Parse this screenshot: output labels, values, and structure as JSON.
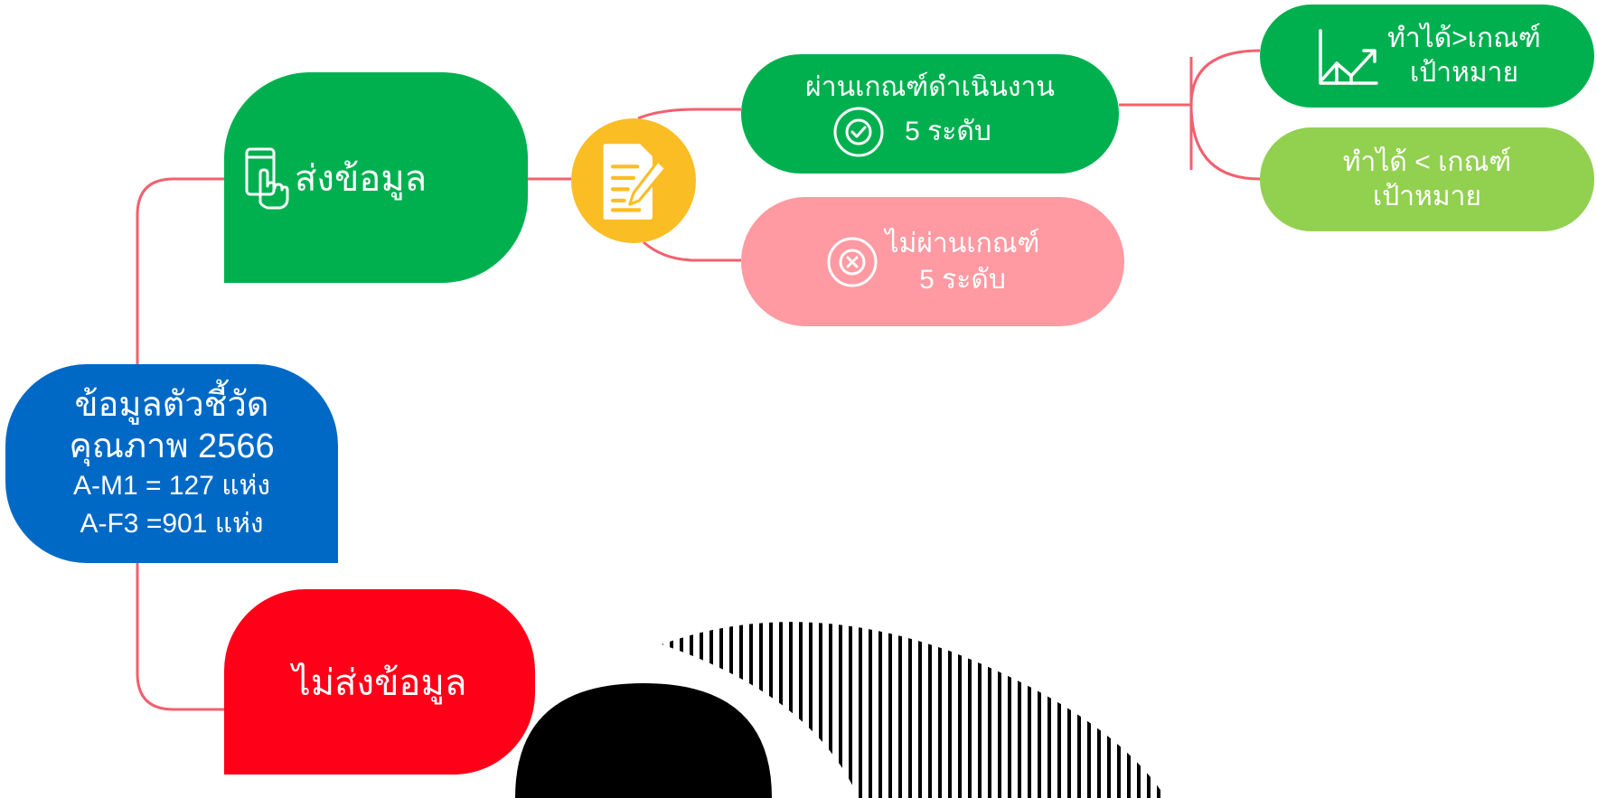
{
  "root": {
    "line1": "ข้อมูลตัวชี้วัด",
    "line2": "คุณภาพ 2566",
    "line3": "A-M1 = 127 แห่ง",
    "line4": "A-F3 =901 แห่ง"
  },
  "send": {
    "label": "ส่งข้อมูล",
    "icon": "tap-phone-icon"
  },
  "nosend": {
    "label": "ไม่ส่งข้อมูล"
  },
  "doc": {
    "icon": "document-edit-icon"
  },
  "pass": {
    "line1": "ผ่านเกณฑ์ดำเนินงาน",
    "line2": "5 ระดับ",
    "icon": "check-circle-icon"
  },
  "fail": {
    "line1": "ไม่ผ่านเกณฑ์",
    "line2": "5 ระดับ",
    "icon": "x-circle-icon"
  },
  "over": {
    "line1": "ทำได้>เกณฑ์",
    "line2": "เป้าหมาย",
    "icon": "growth-chart-icon"
  },
  "under": {
    "line1": "ทำได้ < เกณฑ์",
    "line2": "เป้าหมาย"
  },
  "colors": {
    "root": "#0069c6",
    "send": "#00b04f",
    "nosend": "#ff0019",
    "doc": "#fbbd24",
    "pass": "#00b04f",
    "fail": "#ff9aa2",
    "over": "#00b04f",
    "under": "#92d050",
    "connector": "#f2606e"
  }
}
